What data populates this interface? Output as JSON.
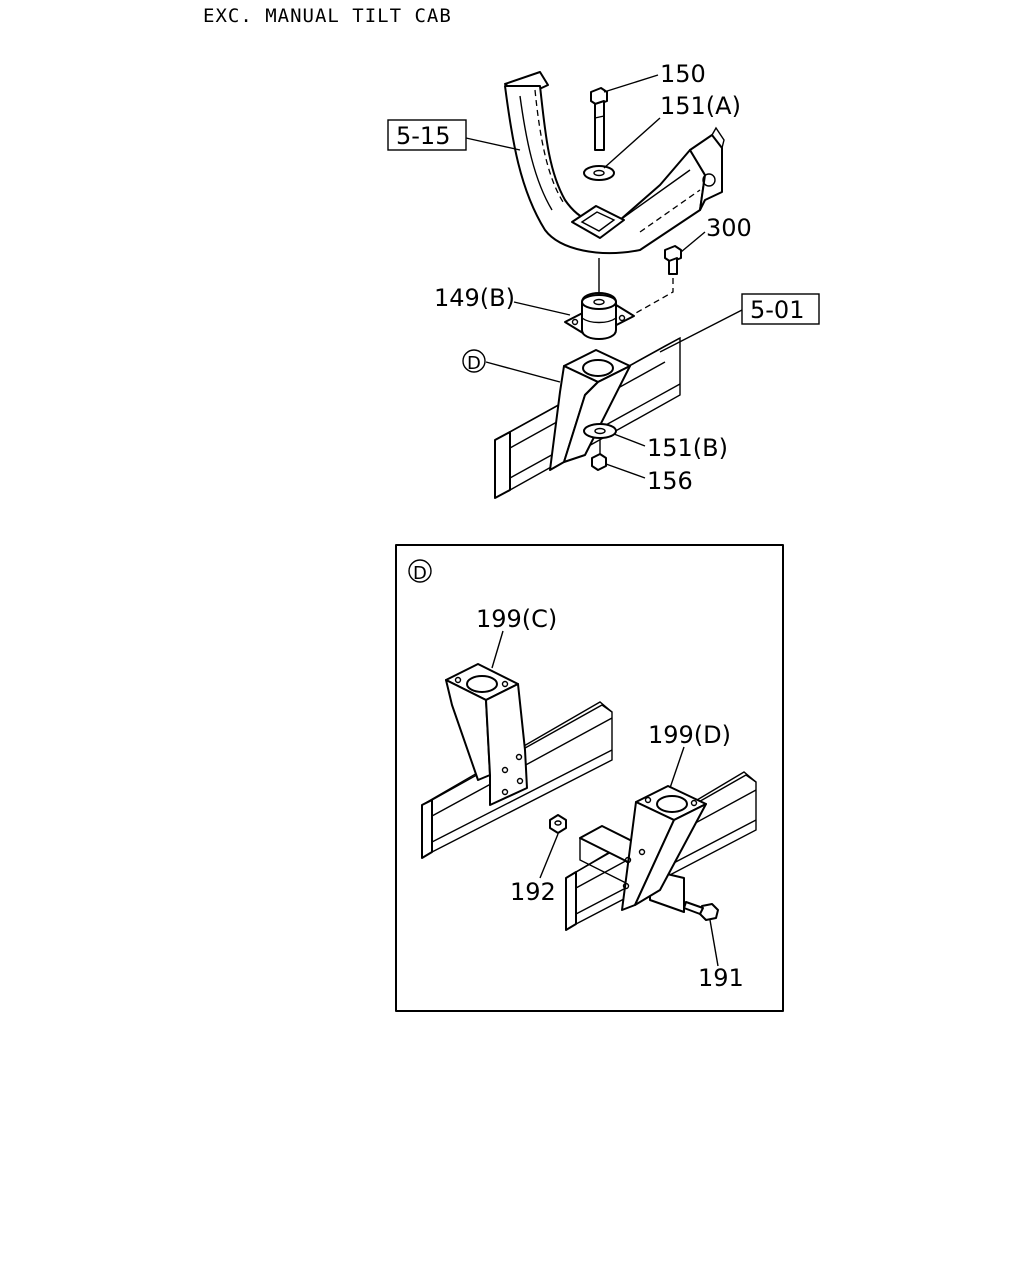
{
  "title": "EXC. MANUAL TILT CAB",
  "refs": {
    "ref_515": "5-15",
    "ref_501": "5-01"
  },
  "detail_marker": "D",
  "parts": {
    "p150": "150",
    "p151a": "151(A)",
    "p300": "300",
    "p149b": "149(B)",
    "p151b": "151(B)",
    "p156": "156",
    "p199c": "199(C)",
    "p199d": "199(D)",
    "p192": "192",
    "p191": "191"
  }
}
